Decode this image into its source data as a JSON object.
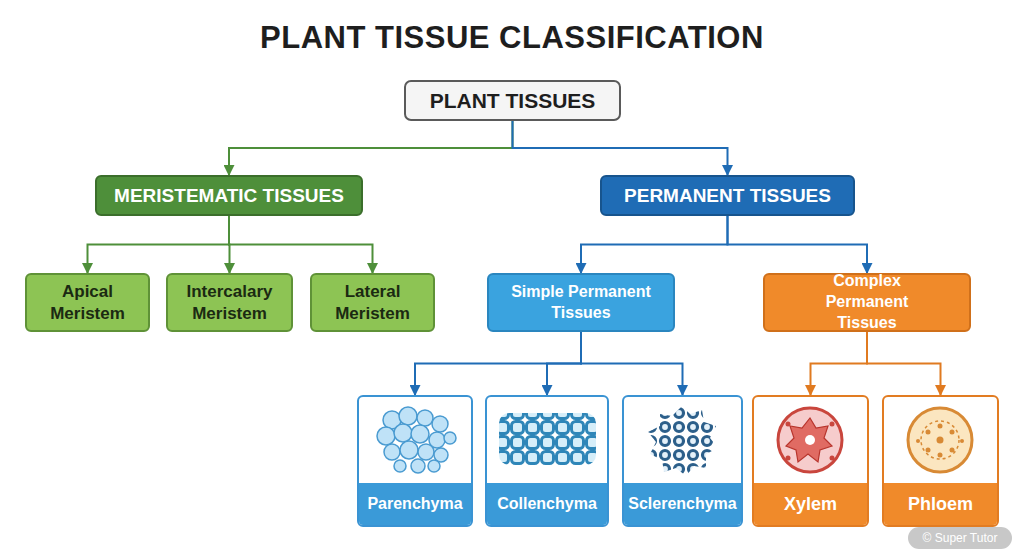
{
  "diagram": {
    "title": "PLANT TISSUE CLASSIFICATION",
    "nodes": [
      {
        "text": [
          "PLANT TISSUES"
        ]
      },
      {
        "text": [
          "MERISTEMATIC TISSUES"
        ]
      },
      {
        "text": [
          "PERMANENT TISSUES"
        ]
      },
      {
        "text": [
          "Apical Meristem"
        ]
      },
      {
        "text": [
          "Intercalary Meristem"
        ]
      },
      {
        "text": [
          "Lateral Meristem"
        ]
      },
      {
        "text": [
          "Simple Permanent Tissues"
        ]
      },
      {
        "text": [
          "Complex Permanent Tissues"
        ]
      },
      {
        "text": [
          "Parenchyma"
        ]
      },
      {
        "text": [
          "Collenchyma"
        ]
      },
      {
        "text": [
          "Sclerenchyma"
        ]
      },
      {
        "text": [
          "Xylem"
        ]
      },
      {
        "text": [
          "Phloem"
        ]
      }
    ],
    "edges": [
      {
        "from": 0,
        "to": 1,
        "arrow": "to"
      },
      {
        "from": 0,
        "to": 2,
        "arrow": "to"
      },
      {
        "from": 1,
        "to": 3,
        "arrow": "to"
      },
      {
        "from": 1,
        "to": 4,
        "arrow": "to"
      },
      {
        "from": 1,
        "to": 5,
        "arrow": "to"
      },
      {
        "from": 2,
        "to": 6,
        "arrow": "to"
      },
      {
        "from": 2,
        "to": 7,
        "arrow": "to"
      },
      {
        "from": 6,
        "to": 8,
        "arrow": "to"
      },
      {
        "from": 6,
        "to": 9,
        "arrow": "to"
      },
      {
        "from": 6,
        "to": 10,
        "arrow": "to"
      },
      {
        "from": 7,
        "to": 11,
        "arrow": "to"
      },
      {
        "from": 7,
        "to": 12,
        "arrow": "to"
      }
    ],
    "labels": [
      "© Super Tutor"
    ]
  }
}
